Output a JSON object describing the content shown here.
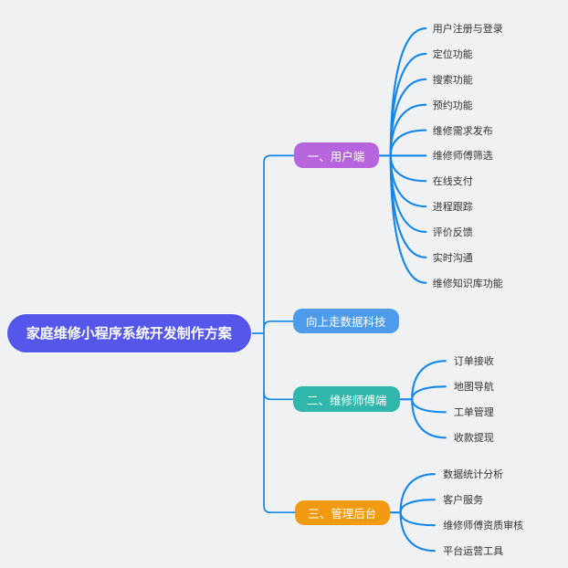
{
  "root": {
    "label": "家庭维修小程序系统开发制作方案"
  },
  "branches": [
    {
      "label": "一、用户端",
      "color": "#b765dc",
      "children": [
        "用户注册与登录",
        "定位功能",
        "搜索功能",
        "预约功能",
        "维修需求发布",
        "维修师傅筛选",
        "在线支付",
        "进程跟踪",
        "评价反馈",
        "实时沟通",
        "维修知识库功能"
      ]
    },
    {
      "label": "向上走数据科技",
      "color": "#4d9bea",
      "children": []
    },
    {
      "label": "二、维修师傅端",
      "color": "#2fb7ab",
      "children": [
        "订单接收",
        "地图导航",
        "工单管理",
        "收款提现"
      ]
    },
    {
      "label": "三、管理后台",
      "color": "#f39a13",
      "children": [
        "数据统计分析",
        "客户服务",
        "维修师傅资质审核",
        "平台运营工具"
      ]
    }
  ],
  "colors": {
    "canvas_bg": "#f0f1f3",
    "connector": "#1287e8",
    "root_bg": "#5457e9",
    "leaf_text": "#333333"
  }
}
